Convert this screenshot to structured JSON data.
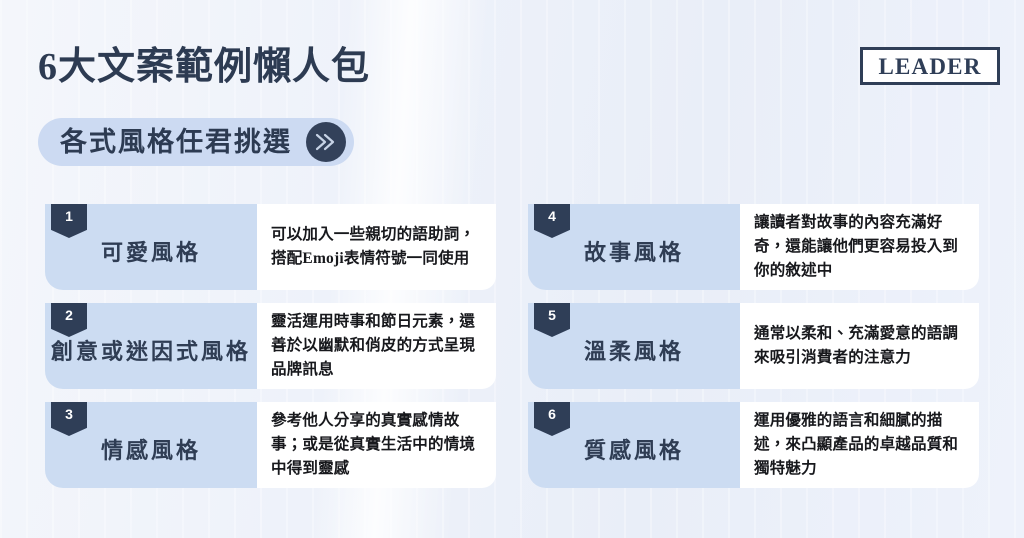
{
  "header": {
    "title": "6大文案範例懶人包",
    "subtitle": "各式風格任君挑選",
    "chevron_icon": "double-chevron-right-icon",
    "logo_text": "LEADER"
  },
  "colors": {
    "background": "#eef2fa",
    "navy": "#2f3e57",
    "card_label_blue": "#ccdcf2",
    "pill_blue": "#ccdaf2",
    "card_desc_white": "#ffffff",
    "title_text": "#2d3b52",
    "body_text": "#17181c"
  },
  "items": [
    {
      "number": "1",
      "label": "可愛風格",
      "description": "可以加入一些親切的語助詞，搭配Emoji表情符號一同使用"
    },
    {
      "number": "2",
      "label": "創意或迷因式風格",
      "description": "靈活運用時事和節日元素，還善於以幽默和俏皮的方式呈現品牌訊息"
    },
    {
      "number": "3",
      "label": "情感風格",
      "description": "參考他人分享的真實感情故事；或是從真實生活中的情境中得到靈感"
    },
    {
      "number": "4",
      "label": "故事風格",
      "description": "讓讀者對故事的內容充滿好奇，還能讓他們更容易投入到你的敘述中"
    },
    {
      "number": "5",
      "label": "溫柔風格",
      "description": "通常以柔和、充滿愛意的語調來吸引消費者的注意力"
    },
    {
      "number": "6",
      "label": "質感風格",
      "description": "運用優雅的語言和細膩的描述，來凸顯產品的卓越品質和獨特魅力"
    }
  ]
}
